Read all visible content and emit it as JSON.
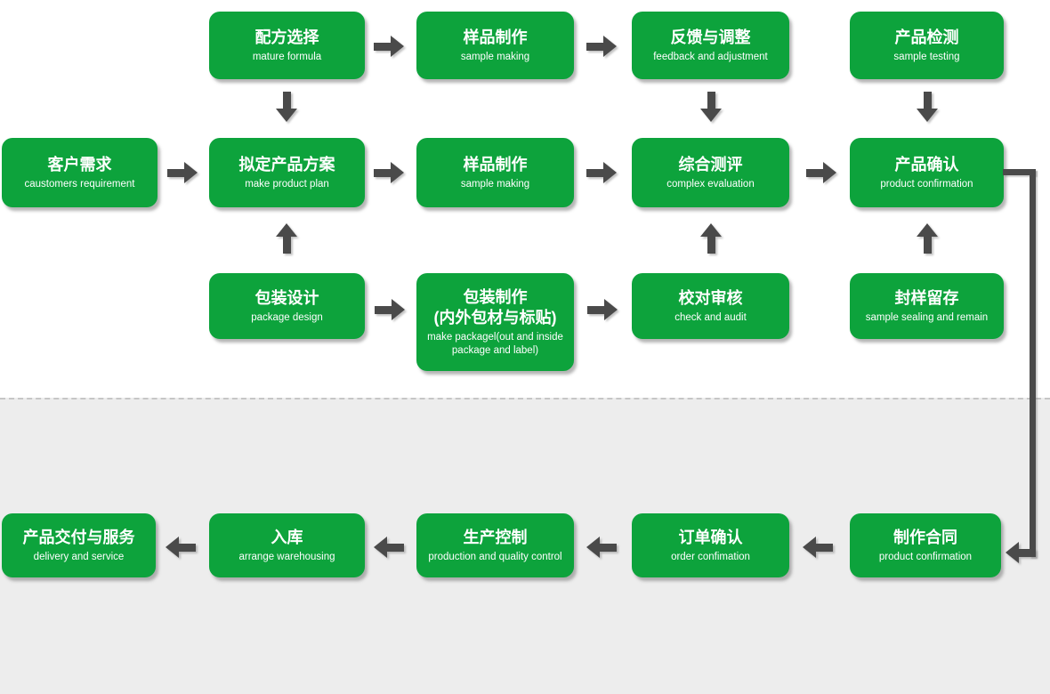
{
  "colors": {
    "box_green": "#0da33c",
    "arrow_gray": "#4a4a4a",
    "lower_bg": "#ededed",
    "dash_gray": "#c6c6c6",
    "text_white": "#ffffff"
  },
  "nodes": {
    "formula": {
      "title": "配方选择",
      "subtitle": "mature formula"
    },
    "sample_row1": {
      "title": "样品制作",
      "subtitle": "sample making"
    },
    "feedback": {
      "title": "反馈与调整",
      "subtitle": "feedback and adjustment"
    },
    "testing": {
      "title": "产品检测",
      "subtitle": "sample testing"
    },
    "requirement": {
      "title": "客户需求",
      "subtitle": "caustomers requirement"
    },
    "plan": {
      "title": "拟定产品方案",
      "subtitle": "make product plan"
    },
    "sample_row2": {
      "title": "样品制作",
      "subtitle": "sample making"
    },
    "evaluation": {
      "title": "综合测评",
      "subtitle": "complex evaluation"
    },
    "confirmation": {
      "title": "产品确认",
      "subtitle": "product confirmation"
    },
    "package_design": {
      "title": "包装设计",
      "subtitle": "package design"
    },
    "package_making": {
      "title": "包装制作",
      "title2": "(内外包材与标贴)",
      "subtitle": "make packagel(out and inside package and label)"
    },
    "check_audit": {
      "title": "校对审核",
      "subtitle": "check and audit"
    },
    "sample_sealing": {
      "title": "封样留存",
      "subtitle": "sample sealing and remain"
    },
    "delivery": {
      "title": "产品交付与服务",
      "subtitle": "delivery and service"
    },
    "warehousing": {
      "title": "入库",
      "subtitle": "arrange warehousing"
    },
    "production": {
      "title": "生产控制",
      "subtitle": "production and quality control"
    },
    "order": {
      "title": "订单确认",
      "subtitle": "order confimation"
    },
    "contract": {
      "title": "制作合同",
      "subtitle": "product confirmation"
    }
  }
}
